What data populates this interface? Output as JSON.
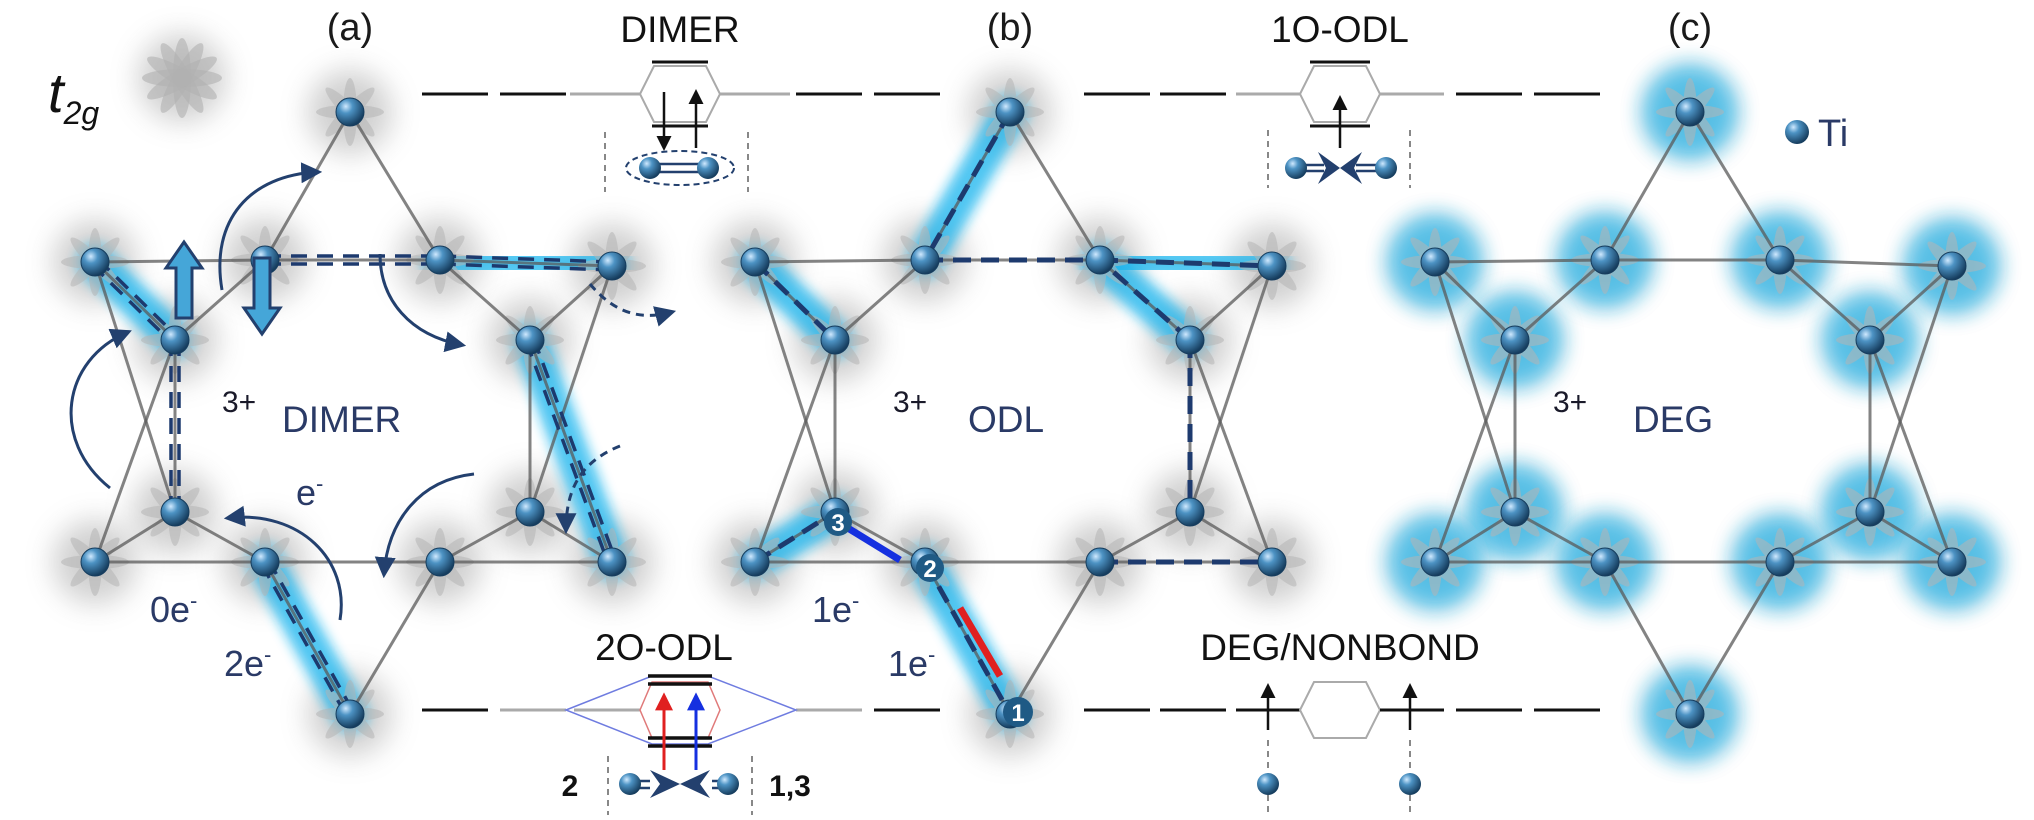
{
  "panels": [
    {
      "label": "(a)",
      "region": "DIMER",
      "charge": "3+",
      "mo_title": "DIMER"
    },
    {
      "label": "(b)",
      "region": "ODL",
      "charge": "3+",
      "mo_title": "1O-ODL"
    },
    {
      "label": "(c)",
      "region": "DEG",
      "charge": "3+"
    }
  ],
  "t2g": {
    "base": "t",
    "sub": "2g"
  },
  "legend": {
    "ti": "Ti"
  },
  "electron": {
    "base": "e",
    "sup": "-"
  },
  "electron_labels": [
    {
      "base": "0e",
      "sup": "-"
    },
    {
      "base": "2e",
      "sup": "-"
    },
    {
      "base": "1e",
      "sup": "-"
    },
    {
      "base": "1e",
      "sup": "-"
    }
  ],
  "site_numbers": [
    "3",
    "2",
    "1"
  ],
  "bottom_mo": {
    "left_title": "2O-ODL",
    "left_label": "2",
    "right_label": "1,3",
    "right_title": "DEG/NONBOND"
  },
  "colors": {
    "glow": "#12b4ee",
    "atom": "#2e6f9a",
    "bond": "#1d3a6e",
    "arrow": "#23406e",
    "red": "#e02020",
    "blue": "#1530e0"
  }
}
